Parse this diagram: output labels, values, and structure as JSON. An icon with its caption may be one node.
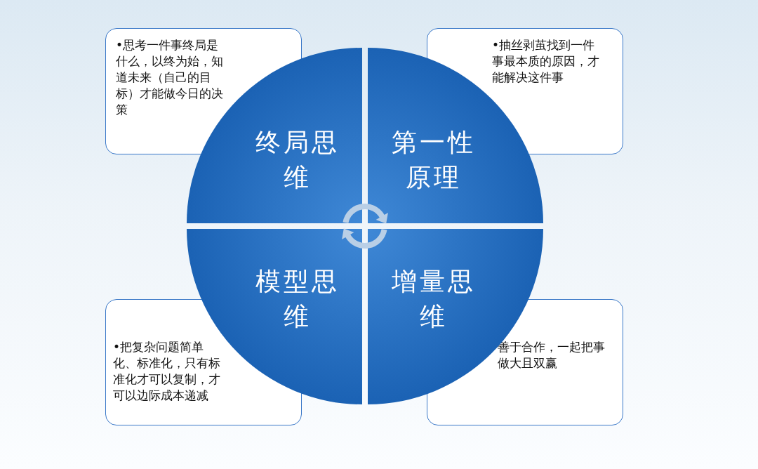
{
  "diagram": {
    "nodes": [
      {
        "text": [
          "•思考一件事终局是什么，以终为始，知道未来（自己的目标）才能做今日的决策"
        ]
      },
      {
        "text": [
          "•抽丝剥茧找到一件事最本质的原因，才能解决这件事"
        ]
      },
      {
        "text": [
          "终局思维"
        ]
      },
      {
        "text": [
          "第一性原理"
        ]
      },
      {
        "text": [
          "模型思维"
        ]
      },
      {
        "text": [
          "增量思维"
        ]
      },
      {
        "text": [
          "•把复杂问题简单化、标准化，只有标准化才可以复制，才可以边际成本递减"
        ]
      },
      {
        "text": [
          "善于合作，一起把事做大且双赢"
        ]
      }
    ]
  }
}
